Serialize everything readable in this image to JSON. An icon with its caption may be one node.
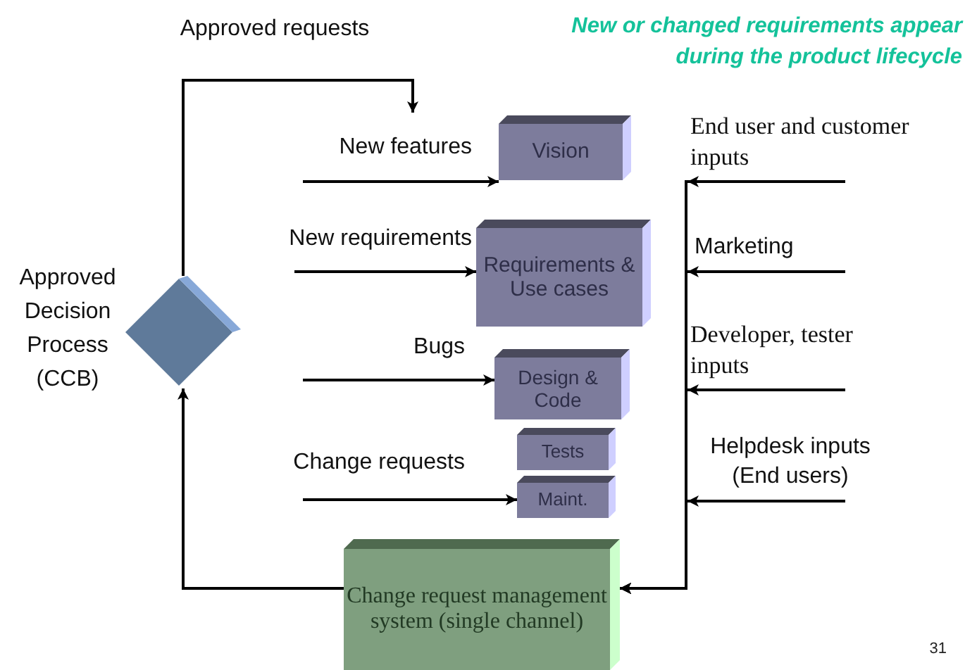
{
  "diagram": {
    "title": "New or changed requirements appear during the product lifecycle",
    "nodes": [
      {
        "text": [],
        "shape": "diamond",
        "beside": [
          "Approved Decision Process (CCB)"
        ]
      },
      {
        "text": [
          "Vision"
        ]
      },
      {
        "text": [
          "Requirements & Use cases"
        ]
      },
      {
        "text": [
          "Design & Code"
        ]
      },
      {
        "text": [
          "Tests"
        ]
      },
      {
        "text": [
          "Maint."
        ]
      },
      {
        "text": [
          "Change request management system (single channel)"
        ]
      },
      {
        "text": [
          "End user and customer inputs"
        ]
      },
      {
        "text": [
          "Marketing"
        ]
      },
      {
        "text": [
          "Developer, tester inputs"
        ]
      },
      {
        "text": [
          "Helpdesk inputs (End users)"
        ]
      }
    ],
    "edges": [
      {
        "from": 0,
        "to": null,
        "arrow": "to",
        "label": "Approved requests"
      },
      {
        "from": null,
        "to": 1,
        "arrow": "to",
        "label": "New features"
      },
      {
        "from": null,
        "to": 2,
        "arrow": "to",
        "label": "New requirements"
      },
      {
        "from": null,
        "to": 3,
        "arrow": "to",
        "label": "Bugs"
      },
      {
        "from": null,
        "to": 5,
        "arrow": "to",
        "label": "Change requests"
      },
      {
        "from": 7,
        "to": 6,
        "arrow": "to"
      },
      {
        "from": 8,
        "to": 6,
        "arrow": "to"
      },
      {
        "from": 9,
        "to": 6,
        "arrow": "to"
      },
      {
        "from": 10,
        "to": 6,
        "arrow": "to"
      },
      {
        "from": 6,
        "to": 0,
        "arrow": "to"
      }
    ],
    "labels": [
      "31"
    ]
  }
}
